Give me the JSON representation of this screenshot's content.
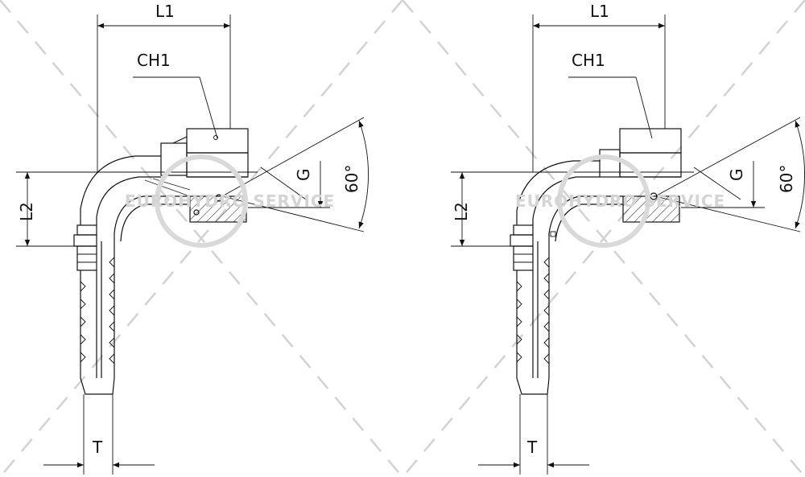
{
  "watermark": {
    "text": "EUROHYDRO SERVICE"
  },
  "drawings": [
    {
      "id": "left",
      "labels": {
        "l1": "L1",
        "ch1": "CH1",
        "l2": "L2",
        "g": "G",
        "angle": "60°",
        "t": "T"
      }
    },
    {
      "id": "right",
      "labels": {
        "l1": "L1",
        "ch1": "CH1",
        "l2": "L2",
        "g": "G",
        "angle": "60°",
        "t": "T"
      }
    }
  ]
}
